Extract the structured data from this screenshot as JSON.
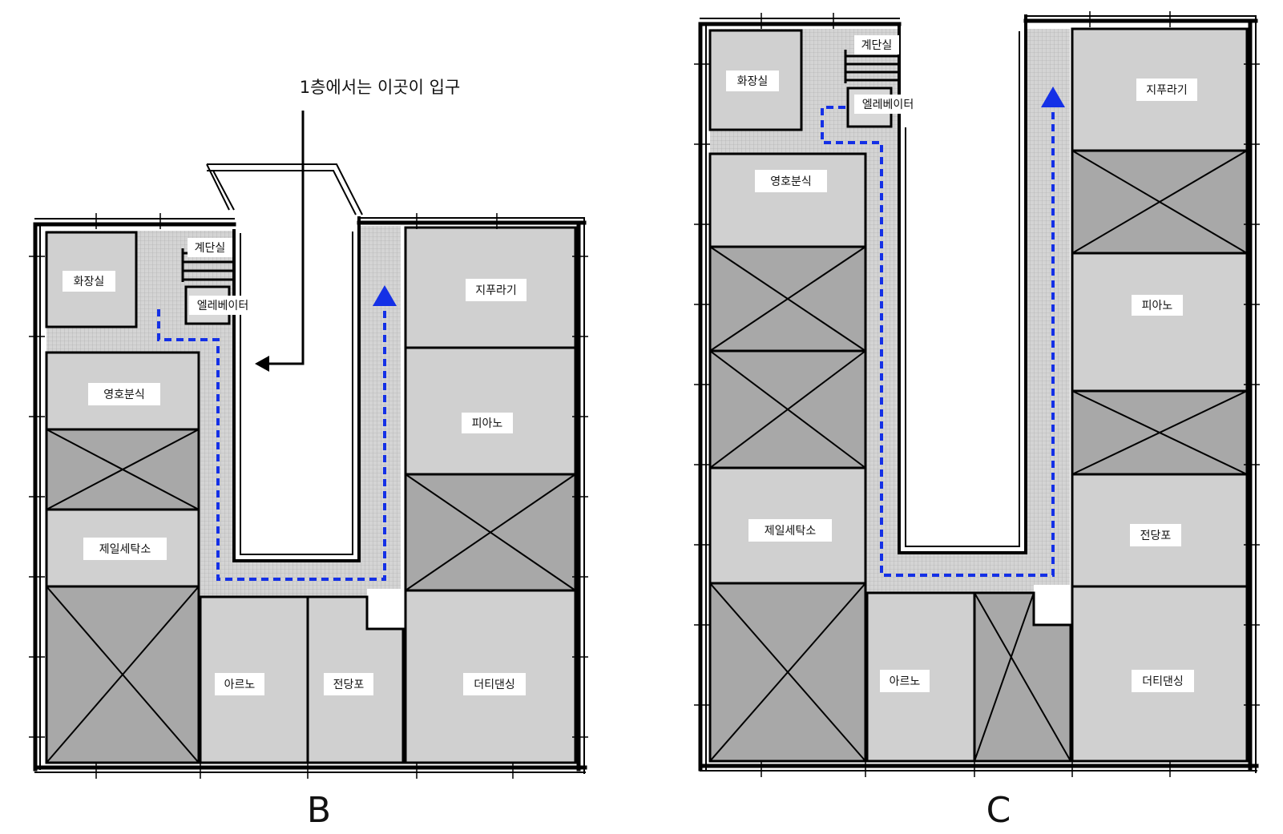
{
  "plans": [
    {
      "caption": "B",
      "annotation": "1층에서는 이곳이 입구",
      "rooms": {
        "restroom": "화장실",
        "stairs": "계단실",
        "elevator": "엘레베이터",
        "youngho": "영호분식",
        "jeil": "제일세탁소",
        "jipurragi": "지푸라기",
        "piano": "피아노",
        "arno": "아르노",
        "jeondang": "전당포",
        "dirty": "더티댄싱"
      }
    },
    {
      "caption": "C",
      "rooms": {
        "restroom": "화장실",
        "stairs": "계단실",
        "elevator": "엘레베이터",
        "youngho": "영호분식",
        "jeil": "제일세탁소",
        "jipurragi": "지푸라기",
        "piano": "피아노",
        "jeondang": "전당포",
        "arno": "아르노",
        "dirty": "더티댄싱"
      }
    }
  ],
  "colors": {
    "room": "#d0d0d0",
    "vacant": "#a8a8a8",
    "corridor": "#cfcfcf",
    "route": "#1430e6",
    "wall": "#000000"
  }
}
